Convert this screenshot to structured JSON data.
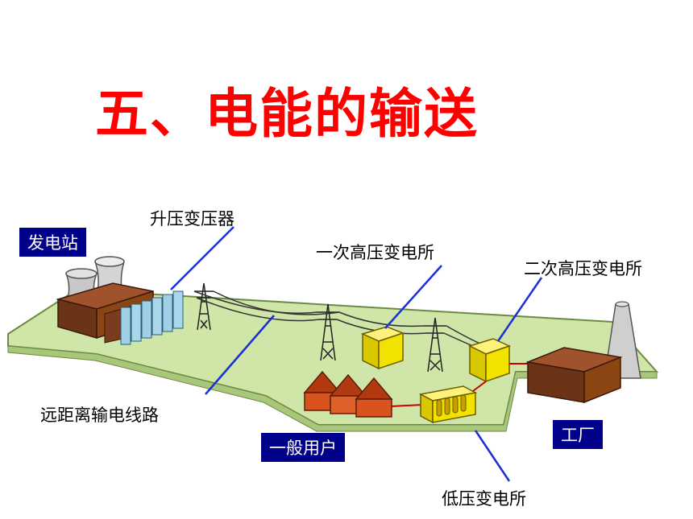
{
  "title": "五、电能的输送",
  "labels": {
    "power_station": "发电站",
    "step_up_transformer": "升压变压器",
    "primary_substation": "一次高压变电所",
    "secondary_substation": "二次高压变电所",
    "transmission_line": "远距离输电线路",
    "general_users": "一般用户",
    "factory": "工厂",
    "low_voltage_substation": "低压变电所"
  },
  "colors": {
    "title": "#ff0000",
    "label_box_bg": "#00008b",
    "ground": "#cfe6a8",
    "transformer": "#f2e200",
    "building_roof": "#7a3b1e",
    "house": "#d9531e",
    "wire": "#cc0000",
    "leader_line": "#1b2fd6"
  }
}
